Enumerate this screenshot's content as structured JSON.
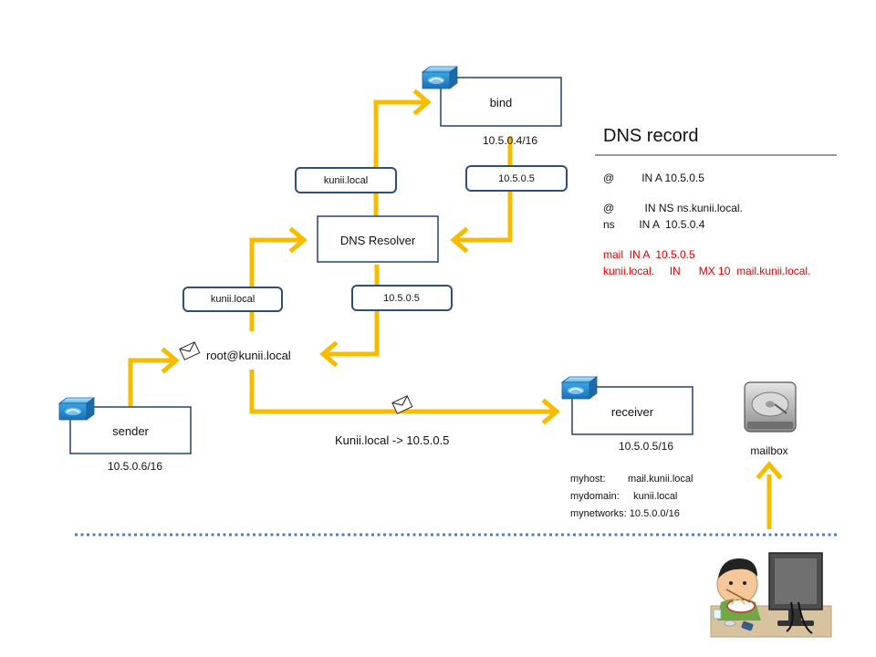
{
  "nodes": {
    "bind": {
      "label": "bind",
      "ip": "10.5.0.4/16"
    },
    "resolver": {
      "label": "DNS Resolver"
    },
    "sender": {
      "label": "sender",
      "ip": "10.5.0.6/16"
    },
    "receiver": {
      "label": "receiver",
      "ip": "10.5.0.5/16"
    },
    "mailbox": {
      "label": "mailbox"
    }
  },
  "messages": {
    "query_to_bind": "kunii.local",
    "answer_from_bind": "10.5.0.5",
    "query_to_resolver": "kunii.local",
    "answer_from_resolver": "10.5.0.5",
    "mail_address": "root@kunii.local",
    "delivery_route": "Kunii.local -> 10.5.0.5"
  },
  "dns_record": {
    "title": "DNS record",
    "lines": [
      {
        "text": "@         IN A 10.5.0.5",
        "color": "#000000"
      },
      {
        "text": "@          IN NS ns.kunii.local.",
        "color": "#000000"
      },
      {
        "text": "ns        IN A  10.5.0.4",
        "color": "#000000"
      },
      {
        "text": "mail  IN A  10.5.0.5",
        "color": "#e00000"
      },
      {
        "text": "kunii.local.     IN      MX 10  mail.kunii.local.",
        "color": "#e00000"
      }
    ]
  },
  "receiver_config": [
    "myhost:        mail.kunii.local",
    "mydomain:     kunii.local",
    "mynetworks: 10.5.0.0/16"
  ],
  "colors": {
    "arrow": "#f7bc00",
    "box_border": "#2f4f73",
    "divider": "#4f7fc0",
    "accent_red": "#e00000"
  },
  "icons": [
    "server-icon",
    "envelope-icon",
    "hard-drive-icon",
    "person-at-computer-icon"
  ]
}
